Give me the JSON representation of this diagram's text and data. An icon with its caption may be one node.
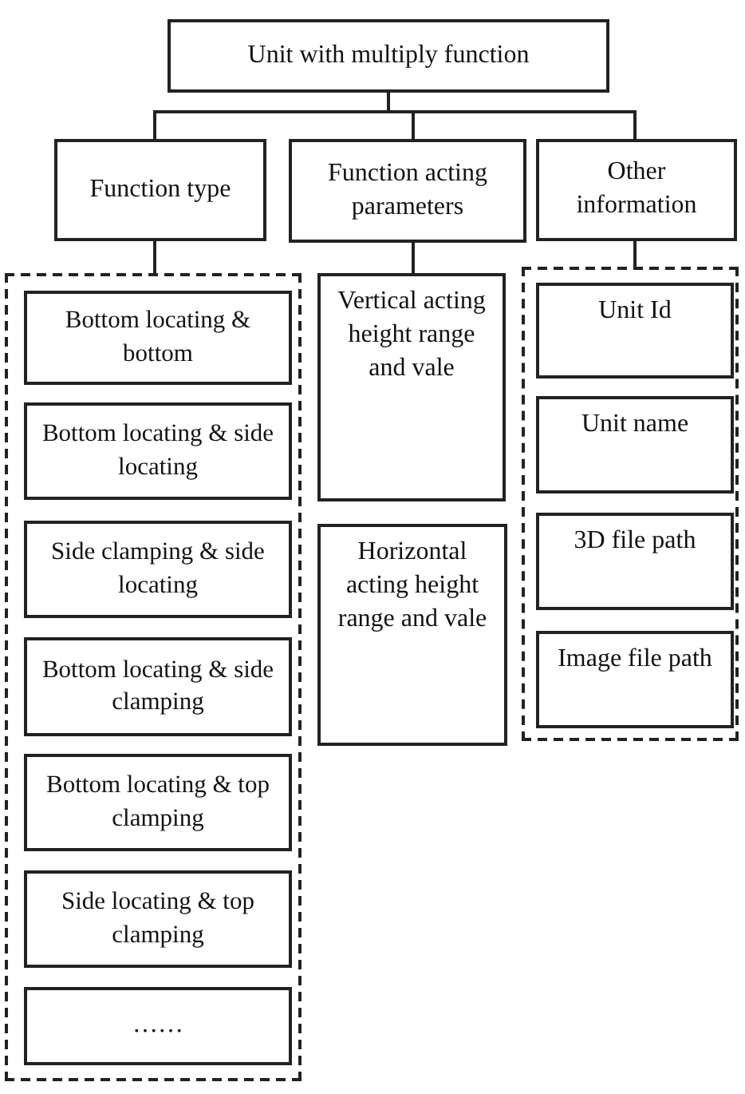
{
  "diagram": {
    "nodes": [
      {
        "text": [
          "Unit with multiply function"
        ]
      },
      {
        "text": [
          "Function type"
        ]
      },
      {
        "text": [
          "Function acting parameters"
        ]
      },
      {
        "text": [
          "Other information"
        ]
      },
      {
        "text": [],
        "shape": "box"
      },
      {
        "text": [
          "Bottom locating & bottom"
        ],
        "in": 4
      },
      {
        "text": [
          "Bottom locating & side locating"
        ],
        "in": 4
      },
      {
        "text": [
          "Side clamping & side locating"
        ],
        "in": 4
      },
      {
        "text": [
          "Bottom locating & side clamping"
        ],
        "in": 4
      },
      {
        "text": [
          "Bottom locating & top clamping"
        ],
        "in": 4
      },
      {
        "text": [
          "Side locating & top clamping"
        ],
        "in": 4
      },
      {
        "text": [
          "……"
        ],
        "in": 4
      },
      {
        "text": [
          "Vertical acting height range and vale"
        ]
      },
      {
        "text": [
          "Horizontal acting height range and vale"
        ]
      },
      {
        "text": [],
        "shape": "box"
      },
      {
        "text": [
          "Unit Id"
        ],
        "in": 14
      },
      {
        "text": [
          "Unit name"
        ],
        "in": 14
      },
      {
        "text": [
          "3D file path"
        ],
        "in": 14
      },
      {
        "text": [
          "Image file path"
        ],
        "in": 14
      }
    ],
    "edges": [
      {
        "from": 0,
        "to": 1,
        "arrow": "none"
      },
      {
        "from": 0,
        "to": 2,
        "arrow": "none"
      },
      {
        "from": 0,
        "to": 3,
        "arrow": "none"
      },
      {
        "from": 1,
        "to": 4,
        "arrow": "none"
      },
      {
        "from": 2,
        "to": 12,
        "arrow": "none"
      },
      {
        "from": 3,
        "to": 14,
        "arrow": "none"
      }
    ]
  }
}
